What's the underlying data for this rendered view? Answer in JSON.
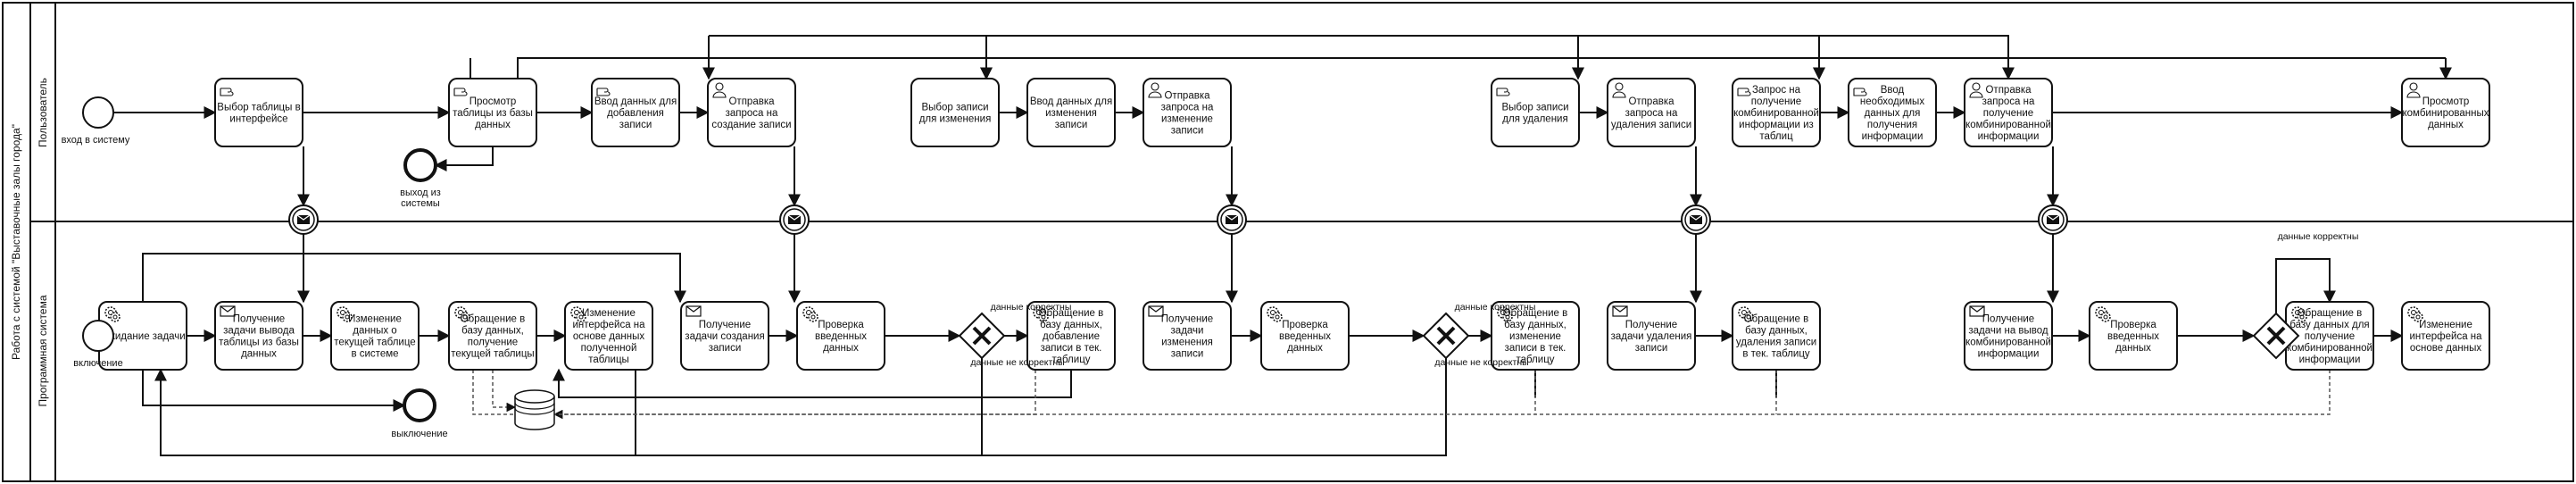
{
  "pool": {
    "label": "Работа с системой \"Выставочные залы города\""
  },
  "lanes": {
    "user": "Пользователь",
    "system": "Программная система"
  },
  "events": {
    "user_start": "вход в систему",
    "user_end": "выход из системы",
    "system_start": "включение",
    "system_end": "выключение"
  },
  "user_tasks": [
    {
      "id": "u1",
      "label": "Выбор таблицы в интерфейсе",
      "type": "manual"
    },
    {
      "id": "u2",
      "label": "Просмотр таблицы из базы данных",
      "type": "manual"
    },
    {
      "id": "u3",
      "label": "Ввод данных для добавления записи",
      "type": "manual"
    },
    {
      "id": "u4",
      "label": "Отправка запроса на создание записи",
      "type": "user"
    },
    {
      "id": "u5",
      "label": "Выбор записи для изменения",
      "type": "none"
    },
    {
      "id": "u6",
      "label": "Ввод данных для изменения записи",
      "type": "none"
    },
    {
      "id": "u7",
      "label": "Отправка запроса на изменение записи",
      "type": "user"
    },
    {
      "id": "u8",
      "label": "Выбор записи для удаления",
      "type": "manual"
    },
    {
      "id": "u9",
      "label": "Отправка запроса на удаления записи",
      "type": "user"
    },
    {
      "id": "u10",
      "label": "Запрос на получение комбинированной информации из таблиц",
      "type": "manual"
    },
    {
      "id": "u11",
      "label": "Ввод необходимых данных для получения информации",
      "type": "manual"
    },
    {
      "id": "u12",
      "label": "Отправка запроса на получение комбинированной информации",
      "type": "user"
    },
    {
      "id": "u13",
      "label": "Просмотр комбинированных данных",
      "type": "user"
    }
  ],
  "system_tasks": [
    {
      "id": "s1",
      "label": "Ожидание задачи",
      "type": "service"
    },
    {
      "id": "s2",
      "label": "Получение задачи вывода таблицы из базы данных",
      "type": "receive"
    },
    {
      "id": "s3",
      "label": "Изменение данных о текущей таблице в системе",
      "type": "service"
    },
    {
      "id": "s4",
      "label": "Обращение в базу данных, получение текущей таблицы",
      "type": "service"
    },
    {
      "id": "s5",
      "label": "Изменение интерфейса на основе данных полученной таблицы",
      "type": "service"
    },
    {
      "id": "s6",
      "label": "Получение задачи создания записи",
      "type": "receive"
    },
    {
      "id": "s7",
      "label": "Проверка введенных данных",
      "type": "service"
    },
    {
      "id": "s8",
      "label": "Обращение в базу данных, добавление записи в тек. таблицу",
      "type": "service"
    },
    {
      "id": "s9",
      "label": "Получение задачи изменения записи",
      "type": "receive"
    },
    {
      "id": "s10",
      "label": "Проверка введенных данных",
      "type": "service"
    },
    {
      "id": "s11",
      "label": "Обращение в базу данных, изменение записи в тек. таблицу",
      "type": "service"
    },
    {
      "id": "s12",
      "label": "Получение задачи удаления записи",
      "type": "receive"
    },
    {
      "id": "s13",
      "label": "Обращение в базу данных, удаления записи в тек. таблицу",
      "type": "service"
    },
    {
      "id": "s14",
      "label": "Получение задачи на вывод комбинированной информации",
      "type": "receive"
    },
    {
      "id": "s15",
      "label": "Проверка введенных данных",
      "type": "service"
    },
    {
      "id": "s16",
      "label": "Обращение в базу данных для получение комбинированной информации",
      "type": "service"
    },
    {
      "id": "s17",
      "label": "Изменение интерфейса на основе данных",
      "type": "service"
    }
  ],
  "gateway_labels": {
    "correct": "данные корректны",
    "incorrect": "данные не корректны"
  },
  "icons": {
    "message": "envelope-icon",
    "manual": "hand-icon",
    "user": "person-icon",
    "service": "gear-icon",
    "datastore": "database-icon"
  },
  "colors": {
    "stroke": "#111111",
    "fill": "#ffffff",
    "dashed": "#555555"
  }
}
